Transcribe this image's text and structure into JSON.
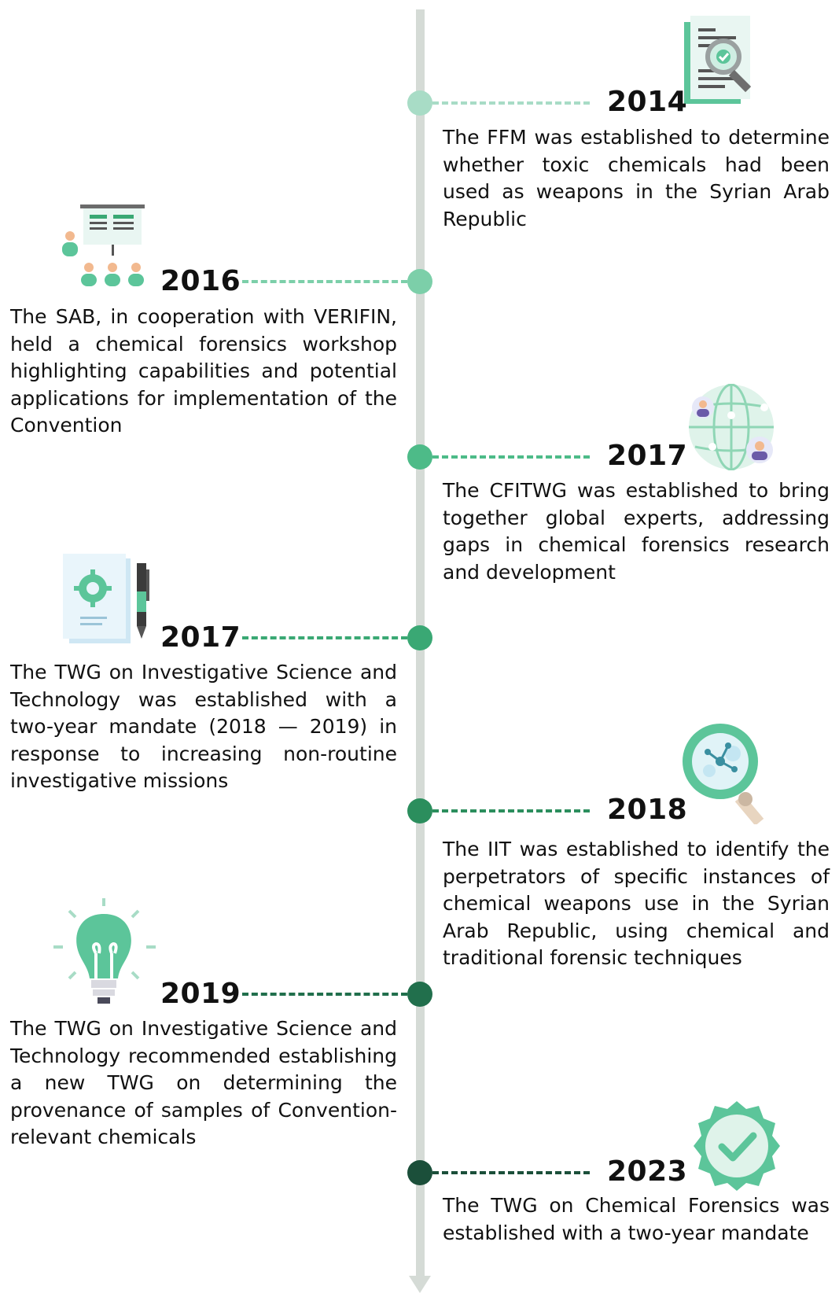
{
  "colors": {
    "axis": "#d5dbd6",
    "icon_accent": "#5cc59a",
    "text": "#111111"
  },
  "events": [
    {
      "year": "2014",
      "description": "The FFM was established to determine whether toxic chemicals had been used as weapons in the Syrian Arab Republic",
      "side": "right",
      "color": "#a8dcc6",
      "icon": "document-magnifier-icon"
    },
    {
      "year": "2016",
      "description": "The SAB, in cooperation with VERIFIN, held a chemical forensics workshop highlighting capabilities and potential applications for implementation of the Convention",
      "side": "left",
      "color": "#7ccfa9",
      "icon": "workshop-presentation-icon"
    },
    {
      "year": "2017",
      "description": "The CFITWG was established to bring together global experts, addressing gaps in chemical forensics research and development",
      "side": "right",
      "color": "#4dbb88",
      "icon": "globe-network-icon"
    },
    {
      "year": "2017",
      "description": "The TWG on Investigative Science and Technology was established with a two-year mandate (2018 — 2019) in response to increasing non-routine investigative missions",
      "side": "left",
      "color": "#3aa874",
      "icon": "document-gear-pen-icon"
    },
    {
      "year": "2018",
      "description": "The IIT was established to identify the perpetrators of specific instances of chemical weapons use in the Syrian Arab Republic, using chemical and traditional forensic techniques",
      "side": "right",
      "color": "#2b8e5d",
      "icon": "magnifier-molecule-icon"
    },
    {
      "year": "2019",
      "description": "The TWG on Investigative Science and Technology recommended establishing a new TWG on determining the provenance of samples of Convention-relevant chemicals",
      "side": "left",
      "color": "#216f4c",
      "icon": "lightbulb-icon"
    },
    {
      "year": "2023",
      "description": "The TWG on Chemical Forensics was established with a two-year mandate",
      "side": "right",
      "color": "#1b4f3a",
      "icon": "check-badge-icon"
    }
  ]
}
